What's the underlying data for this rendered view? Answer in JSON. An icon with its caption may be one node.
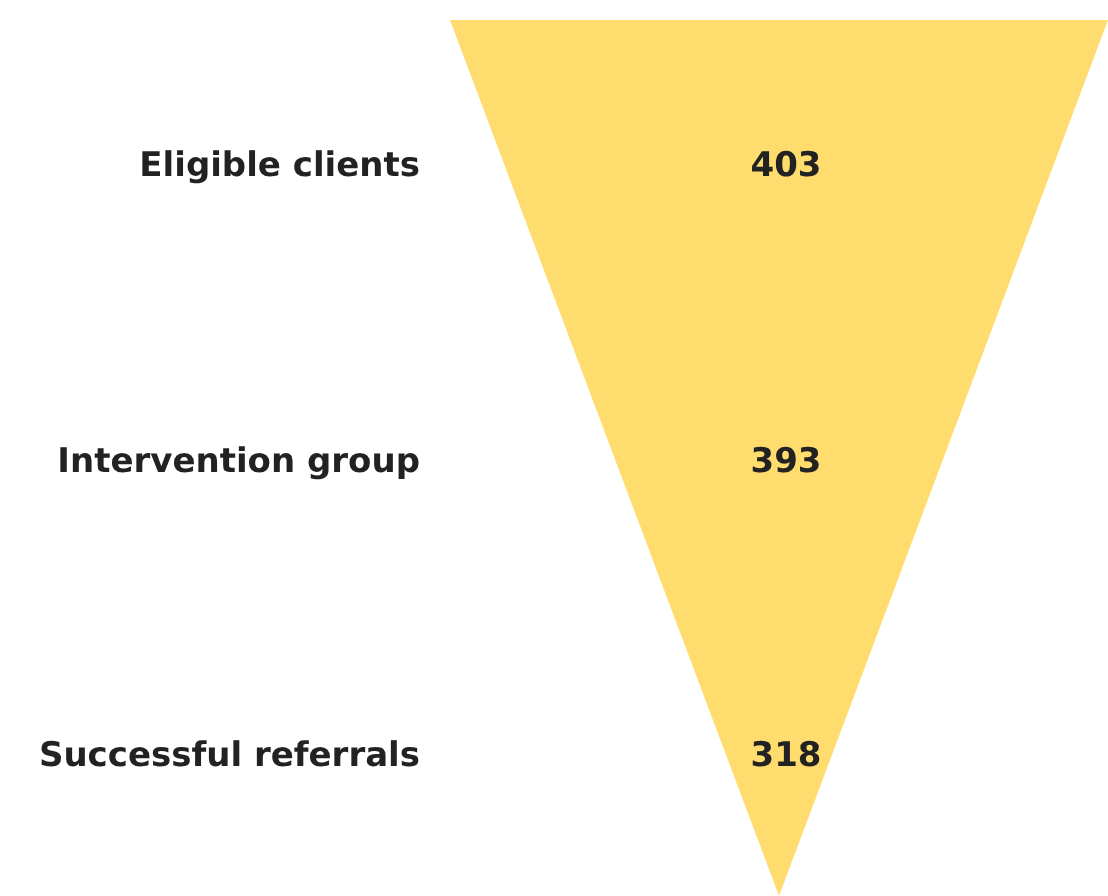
{
  "diagram": {
    "nodes": [
      {
        "text": [
          "403",
          "393",
          "318"
        ]
      }
    ],
    "labels": [
      "Eligible clients",
      "Intervention group",
      "Successful referrals"
    ]
  }
}
